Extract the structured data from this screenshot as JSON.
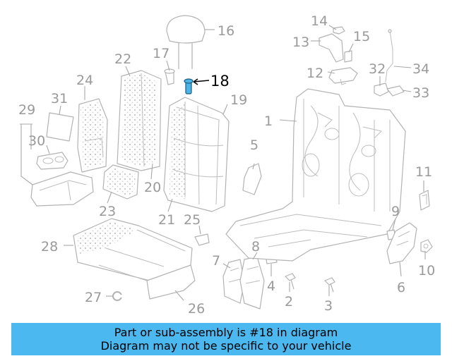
{
  "callouts": {
    "c1": "1",
    "c2": "2",
    "c3": "3",
    "c4": "4",
    "c5": "5",
    "c6": "6",
    "c7": "7",
    "c8": "8",
    "c9": "9",
    "c10": "10",
    "c11": "11",
    "c12": "12",
    "c13": "13",
    "c14": "14",
    "c15": "15",
    "c16": "16",
    "c17": "17",
    "c18": "18",
    "c19": "19",
    "c20": "20",
    "c21": "21",
    "c22": "22",
    "c23": "23",
    "c24": "24",
    "c25": "25",
    "c26": "26",
    "c27": "27",
    "c28": "28",
    "c29": "29",
    "c30": "30",
    "c31": "31",
    "c32": "32",
    "c33": "33",
    "c34": "34"
  },
  "highlighted_part": "18",
  "colors": {
    "highlight": "#4bb4e6",
    "banner": "#4bb8f0",
    "line": "#b3b3b3"
  },
  "banner": {
    "line1": "Part or sub-assembly is #18 in diagram",
    "line2": "Diagram may not be specific to your vehicle"
  }
}
